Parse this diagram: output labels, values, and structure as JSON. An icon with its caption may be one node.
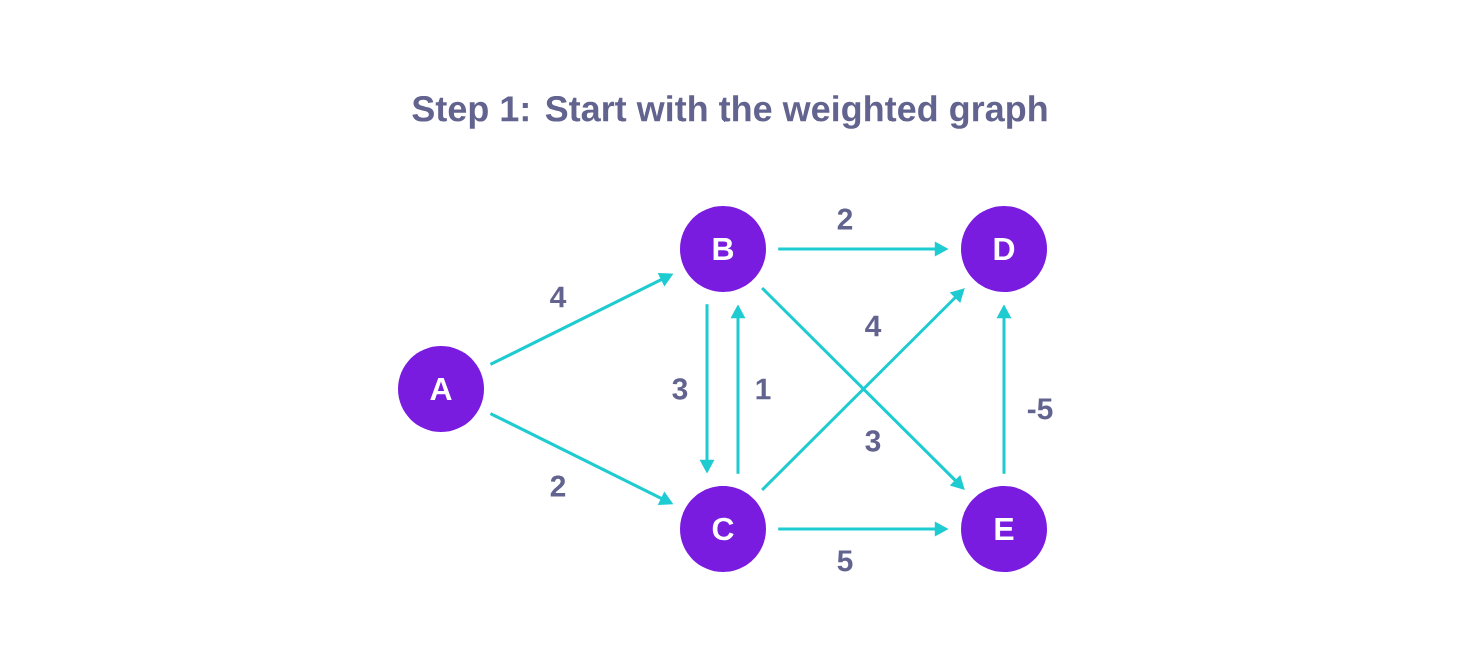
{
  "diagram": {
    "title": "Step 1: Start with the weighted graph",
    "nodes": [
      {
        "text": [
          "A"
        ]
      },
      {
        "text": [
          "B"
        ]
      },
      {
        "text": [
          "C"
        ]
      },
      {
        "text": [
          "D"
        ]
      },
      {
        "text": [
          "E"
        ]
      }
    ],
    "edges": [
      {
        "from": 0,
        "to": 1,
        "arrow": "to",
        "label": "4"
      },
      {
        "from": 0,
        "to": 2,
        "arrow": "to",
        "label": "2"
      },
      {
        "from": 1,
        "to": 3,
        "arrow": "to",
        "label": "2"
      },
      {
        "from": 1,
        "to": 2,
        "arrow": "to",
        "label": "3"
      },
      {
        "from": 2,
        "to": 1,
        "arrow": "to",
        "label": "1"
      },
      {
        "from": 1,
        "to": 4,
        "arrow": "to",
        "label": "3"
      },
      {
        "from": 2,
        "to": 3,
        "arrow": "to",
        "label": "4"
      },
      {
        "from": 2,
        "to": 4,
        "arrow": "to",
        "label": "5"
      },
      {
        "from": 4,
        "to": 3,
        "arrow": "to",
        "label": "-5"
      }
    ]
  }
}
